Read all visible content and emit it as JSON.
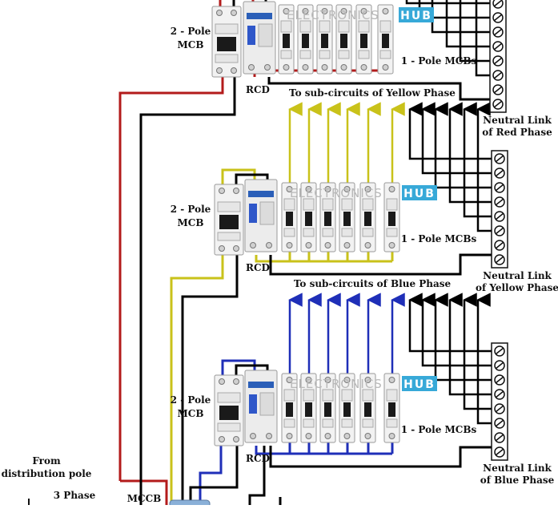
{
  "colors": {
    "red_phase": "#b31b1b",
    "yellow_phase": "#c9c21a",
    "blue_phase": "#1f2fb8",
    "neutral": "#000000",
    "watermark_hub": "#37a9d8"
  },
  "watermark": {
    "text": "ELECTRONICS",
    "hub": "HUB"
  },
  "supply": {
    "from_line1": "From",
    "from_line2": "distribution pole",
    "phase_label": "3 Phase",
    "mccb_label": "MCCB"
  },
  "groups": [
    {
      "phase": "Red",
      "two_pole_line1": "2 - Pole",
      "two_pole_line2": "MCB",
      "rcd_label": "RCD",
      "one_pole_label": "1 - Pole MCBs",
      "neutral_link_line1": "Neutral Link",
      "neutral_link_line2": "of Red Phase"
    },
    {
      "phase": "Yellow",
      "subcircuits_label": "To sub-circuits of Yellow Phase",
      "two_pole_line1": "2 - Pole",
      "two_pole_line2": "MCB",
      "rcd_label": "RCD",
      "one_pole_label": "1 - Pole MCBs",
      "neutral_link_line1": "Neutral Link",
      "neutral_link_line2": "of Yellow Phase"
    },
    {
      "phase": "Blue",
      "subcircuits_label": "To sub-circuits of Blue Phase",
      "two_pole_line1": "2 - Pole",
      "two_pole_line2": "MCB",
      "rcd_label": "RCD",
      "one_pole_label": "1 - Pole MCBs",
      "neutral_link_line1": "Neutral Link",
      "neutral_link_line2": "of Blue Phase"
    }
  ]
}
